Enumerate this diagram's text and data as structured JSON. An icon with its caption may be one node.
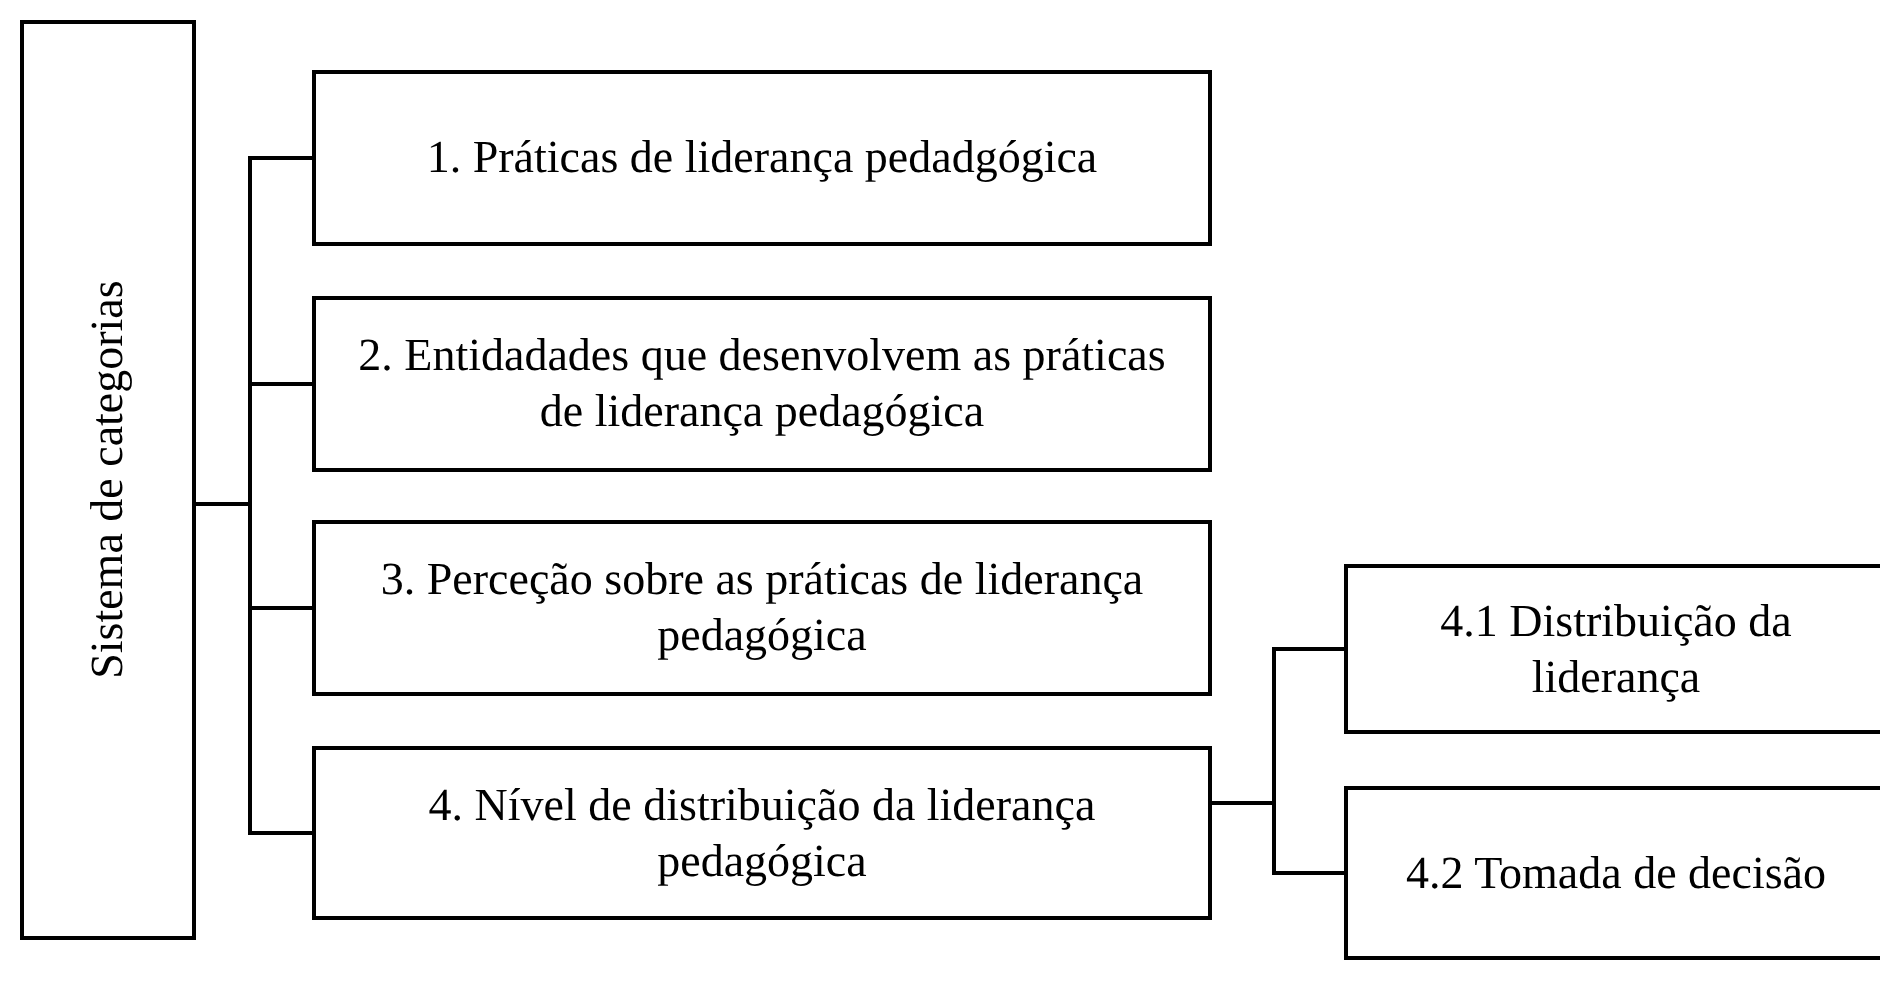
{
  "diagram": {
    "nodes": [
      {
        "text": [
          "Sistema de categorias"
        ]
      },
      {
        "text": [
          "1. Práticas de liderança pedadgógica"
        ]
      },
      {
        "text": [
          "2. Entidadades que desenvolvem as práticas de liderança pedagógica"
        ]
      },
      {
        "text": [
          "3. Perceção sobre as práticas de liderança pedagógica"
        ]
      },
      {
        "text": [
          "4. Nível de distribuição da liderança pedagógica"
        ]
      },
      {
        "text": [
          "4.1 Distribuição da liderança"
        ]
      },
      {
        "text": [
          "4.2 Tomada de decisão"
        ]
      }
    ],
    "edges": [
      {
        "from": 0,
        "to": 1,
        "arrow": "none"
      },
      {
        "from": 0,
        "to": 2,
        "arrow": "none"
      },
      {
        "from": 0,
        "to": 3,
        "arrow": "none"
      },
      {
        "from": 0,
        "to": 4,
        "arrow": "none"
      },
      {
        "from": 4,
        "to": 5,
        "arrow": "none"
      },
      {
        "from": 4,
        "to": 6,
        "arrow": "none"
      }
    ]
  }
}
